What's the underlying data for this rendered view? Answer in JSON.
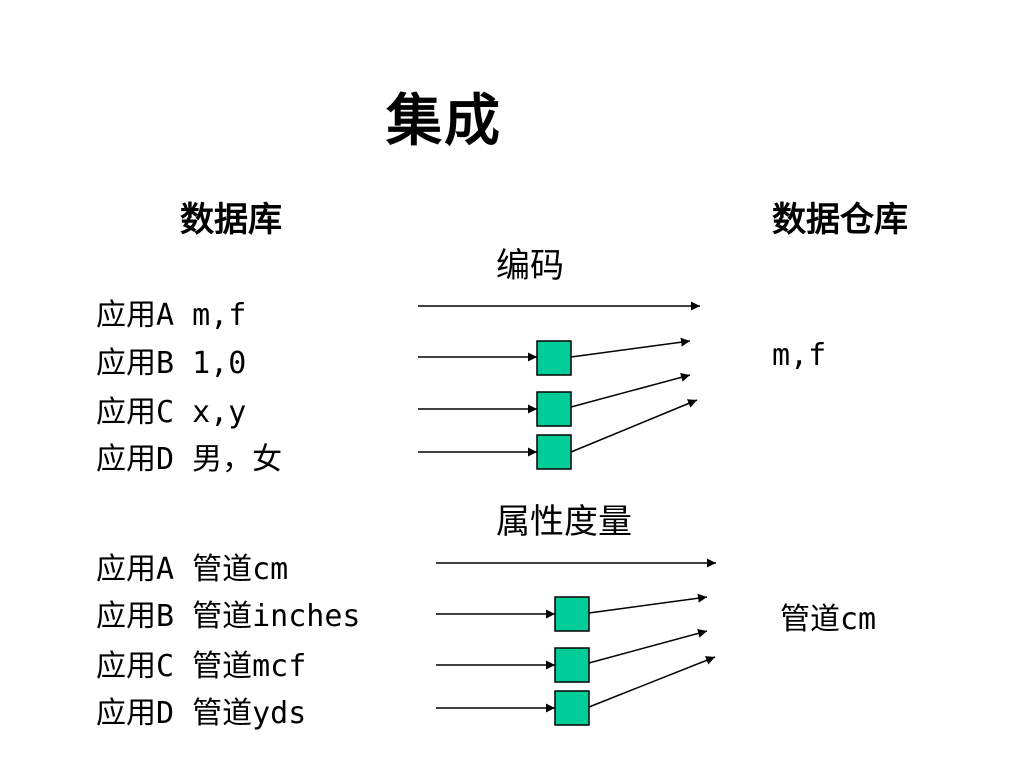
{
  "title": "集成",
  "left_header": "数据库",
  "right_header": "数据仓库",
  "colors": {
    "box_fill": "#00cc99",
    "line": "#000000"
  },
  "sections": [
    {
      "heading": "编码",
      "rows": [
        {
          "label": "应用A m,f",
          "transformed": false
        },
        {
          "label": "应用B 1,0",
          "transformed": true
        },
        {
          "label": "应用C x,y",
          "transformed": true
        },
        {
          "label": "应用D 男，女",
          "transformed": true
        }
      ],
      "result": "m,f"
    },
    {
      "heading": "属性度量",
      "rows": [
        {
          "label": "应用A 管道cm",
          "transformed": false
        },
        {
          "label": "应用B 管道inches",
          "transformed": true
        },
        {
          "label": "应用C 管道mcf",
          "transformed": true
        },
        {
          "label": "应用D 管道yds",
          "transformed": true
        }
      ],
      "result": "管道cm"
    }
  ]
}
